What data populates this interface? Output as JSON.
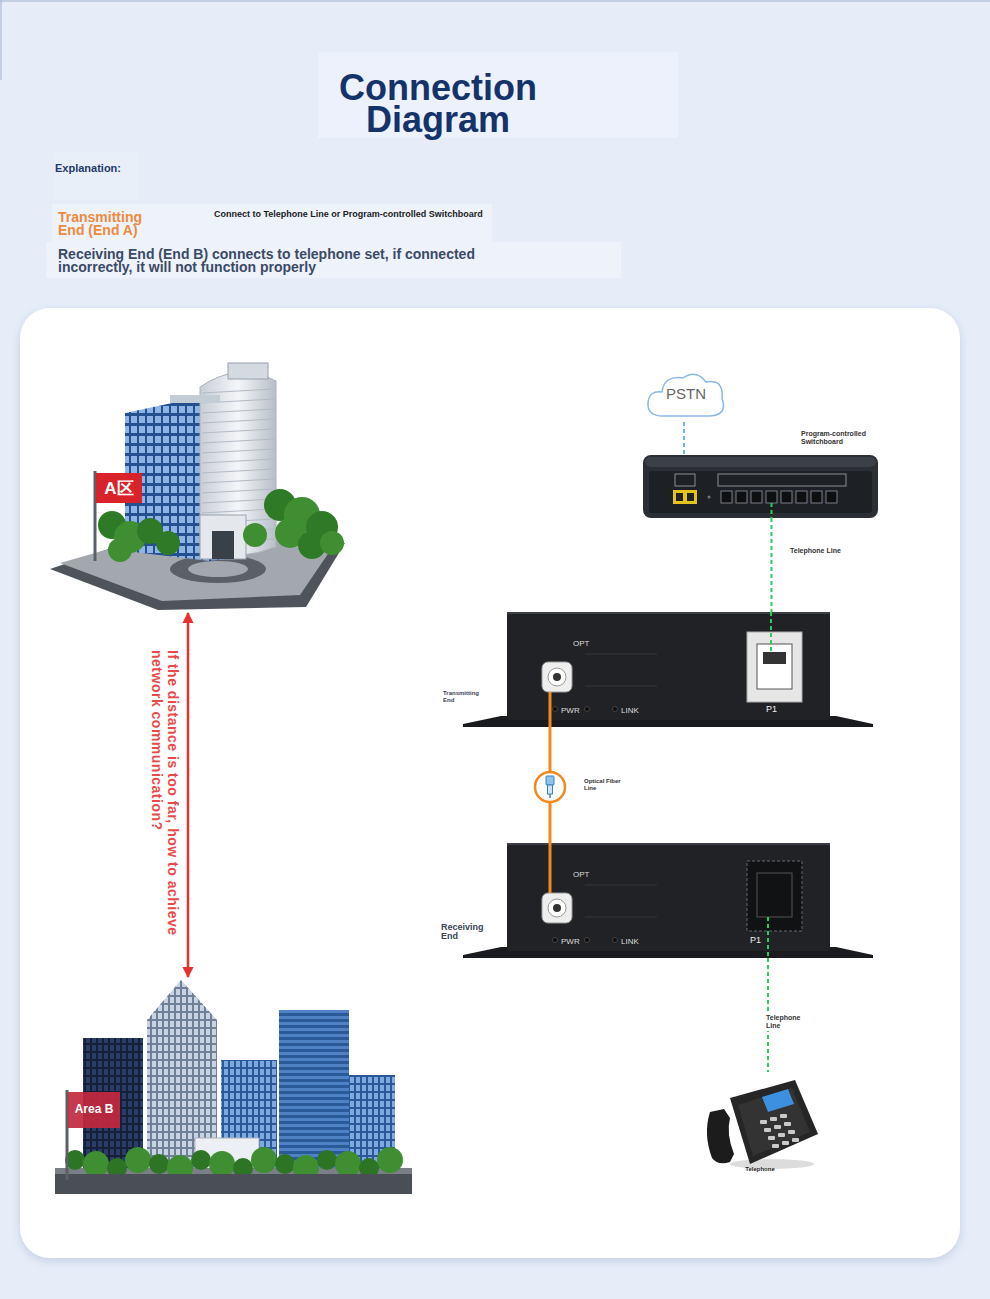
{
  "diagram": {
    "title": "Connection Diagram",
    "nodes": [
      {
        "text": [
          "A区"
        ]
      },
      {
        "text": [
          "Area B"
        ]
      },
      {
        "text": [
          "PSTN"
        ]
      },
      {
        "text": [
          "Program-controlled Switchboard"
        ]
      },
      {
        "text": [
          "Transmitting End",
          "OPT",
          "PWR",
          "LINK",
          "P1"
        ]
      },
      {
        "text": [
          "Receiving End",
          "OPT",
          "PWR",
          "LINK",
          "P1"
        ]
      },
      {
        "text": [
          "Telephone"
        ]
      }
    ],
    "edges": [
      {
        "from": 0,
        "to": 1,
        "arrow": "both",
        "label": "If the distance is too far, how to achieve network communication?"
      },
      {
        "from": 2,
        "to": 3,
        "arrow": "none"
      },
      {
        "from": 3,
        "to": 4,
        "arrow": "none",
        "label": "Telephone Line"
      },
      {
        "from": 4,
        "to": 5,
        "arrow": "none",
        "label": "Optical Fiber Line"
      },
      {
        "from": 5,
        "to": 6,
        "arrow": "none",
        "label": "Telephone Line"
      }
    ],
    "labels": [
      "Explanation:",
      "Transmitting End (End A)",
      "Connect to Telephone Line or Program-controlled Switchboard",
      "Receiving End (End B) connects to telephone set, if connected incorrectly, it will not function properly"
    ]
  }
}
